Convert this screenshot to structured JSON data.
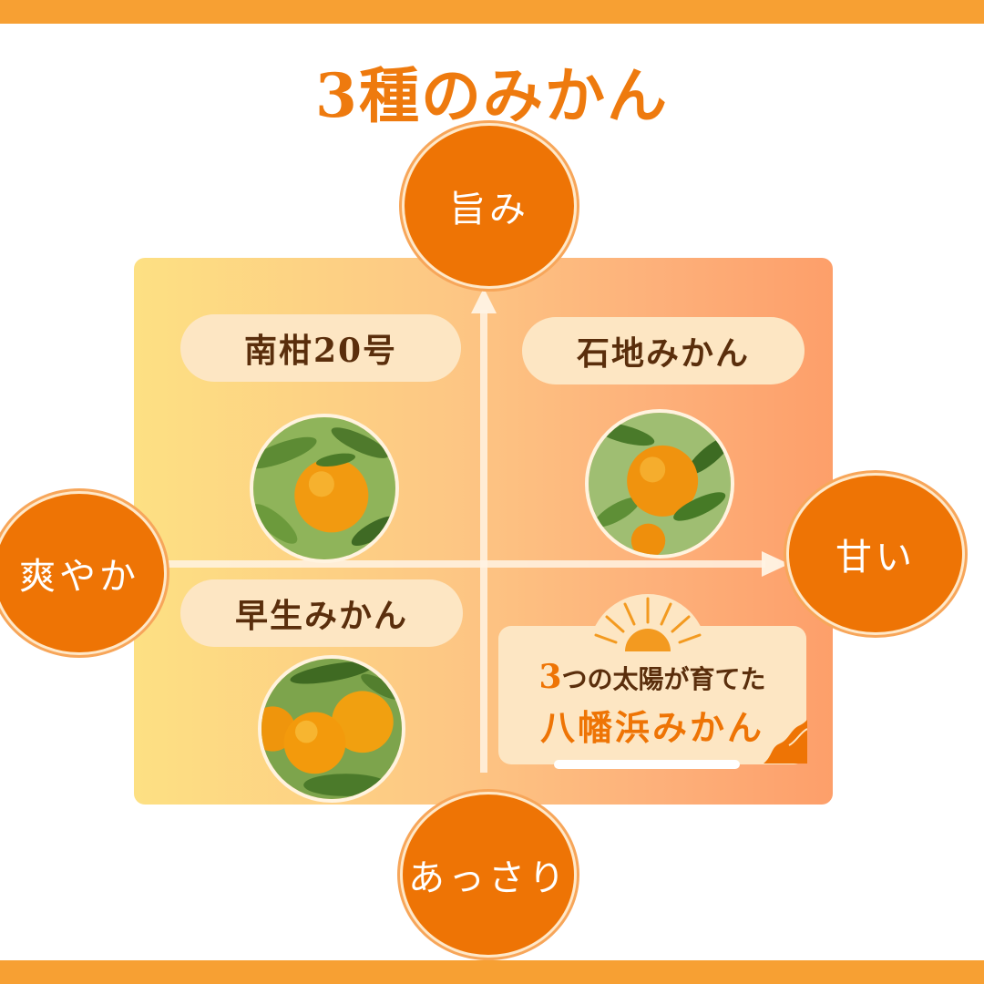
{
  "title": "3種のみかん",
  "axes": {
    "top": "旨み",
    "left": "爽やか",
    "right": "甘い",
    "bottom": "あっさり"
  },
  "varieties": [
    {
      "name": "南柑20号"
    },
    {
      "name": "石地みかん"
    },
    {
      "name": "早生みかん"
    }
  ],
  "badge": {
    "line1_number": "3",
    "line1_text": "つの太陽が育てた",
    "line2": "八幡浜みかん"
  },
  "colors": {
    "accent": "#ee7405",
    "band": "#f7a033",
    "pill": "#fde6c3",
    "text_dark": "#5a2e0c"
  }
}
